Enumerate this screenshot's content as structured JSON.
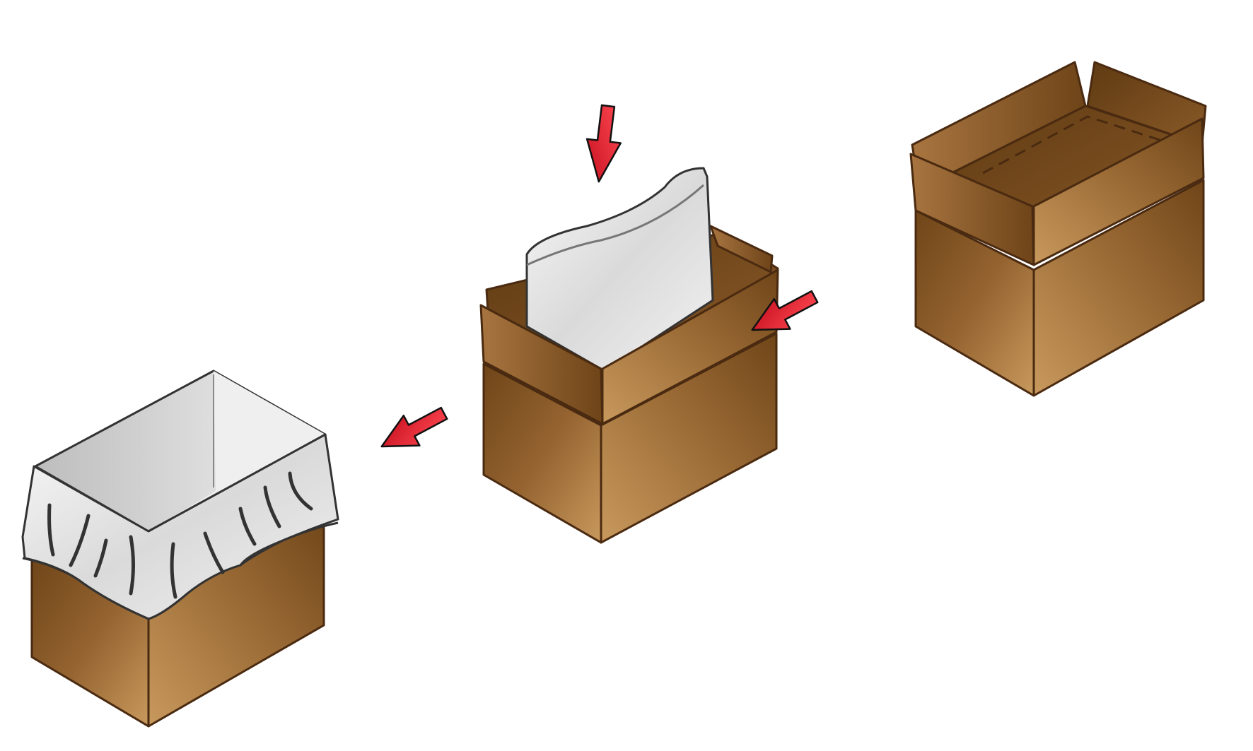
{
  "diagram": {
    "type": "process-sequence",
    "flow_direction": "right-to-left",
    "steps": [
      {
        "id": "open-box",
        "icon": "open-cardboard-box-icon",
        "description_visible": false
      },
      {
        "id": "insert-liner",
        "icon": "box-with-insulated-liner-icon",
        "description_visible": false
      },
      {
        "id": "liner-folded-over",
        "icon": "lined-box-folded-over-icon",
        "description_visible": false
      }
    ],
    "arrows": [
      {
        "from": "open-box",
        "to": "insert-liner"
      },
      {
        "from": "insert-liner",
        "to": "liner-folded-over"
      },
      {
        "role": "insert-down"
      }
    ]
  },
  "colors": {
    "box_light": "#c8995d",
    "box_mid": "#9a6a35",
    "box_dark": "#6f4518",
    "box_outline": "#4a2a10",
    "liner_light": "#f4f4f4",
    "liner_mid": "#d8d8d8",
    "liner_stroke": "#333333",
    "arrow_light": "#ff4b55",
    "arrow_dark": "#c50d1c",
    "background": "#ffffff"
  }
}
